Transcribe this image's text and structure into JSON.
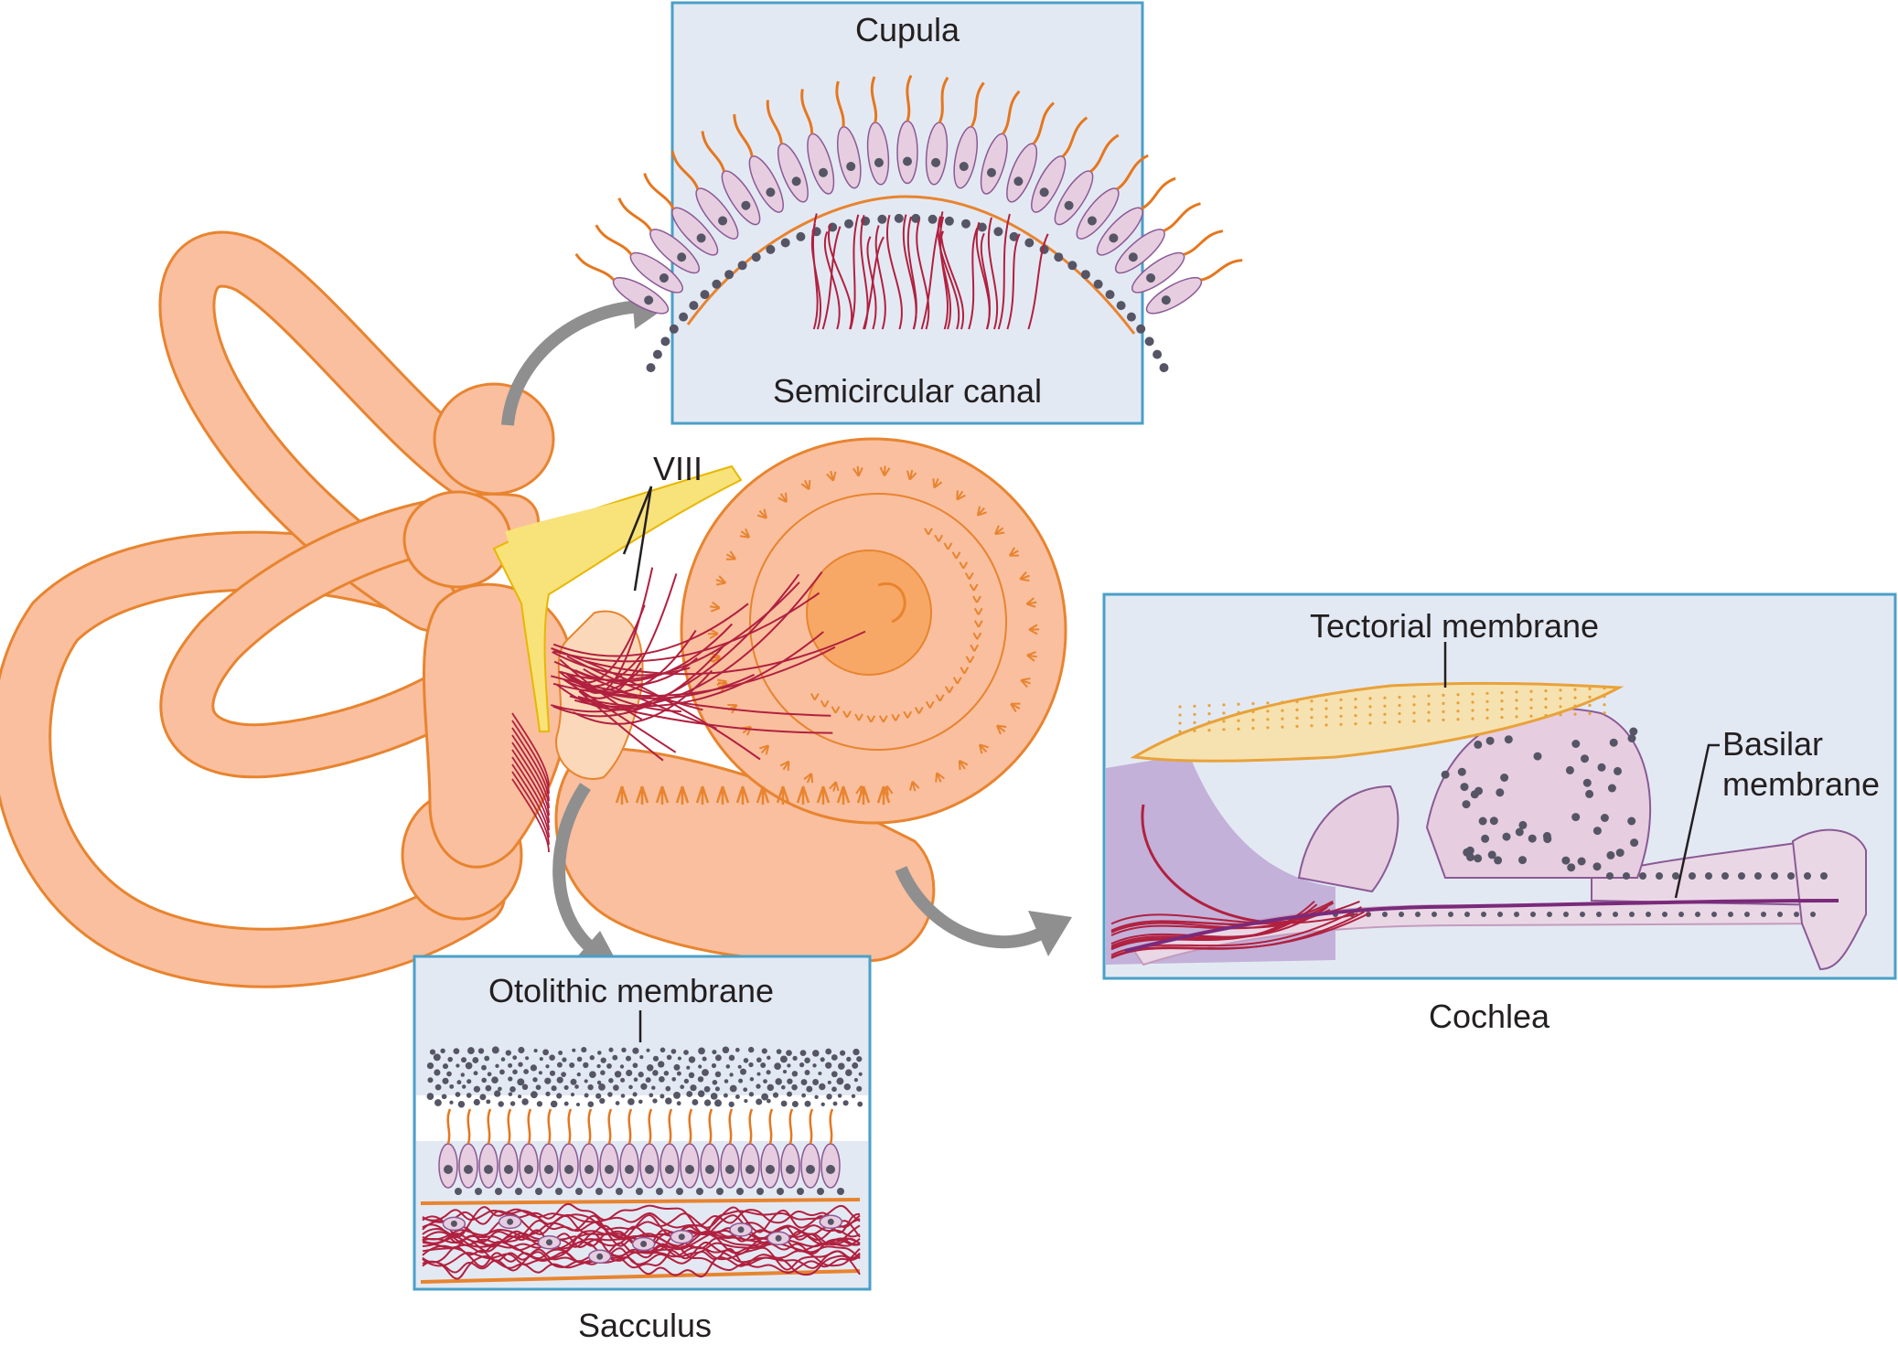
{
  "labels": {
    "cupula": "Cupula",
    "semicircular_canal": "Semicircular canal",
    "nerve": "VIII",
    "tectorial_membrane": "Tectorial membrane",
    "basilar_membrane_line1": "Basilar",
    "basilar_membrane_line2": "membrane",
    "cochlea": "Cochlea",
    "otolithic_membrane": "Otolithic membrane",
    "sacculus": "Sacculus"
  },
  "colors": {
    "labyrinth_fill": "#f9bf9e",
    "labyrinth_stroke": "#e8842f",
    "nerve_fill": "#f8e27a",
    "nerve_fiber": "#b1203f",
    "inset_bg": "#e3e9f3",
    "inset_border": "#4aa0c8",
    "cell_fill": "#e7cde0",
    "cell_stroke": "#8a5a95",
    "nucleus": "#555566",
    "hair": "#e5771e",
    "arrow": "#8f8f8f"
  }
}
